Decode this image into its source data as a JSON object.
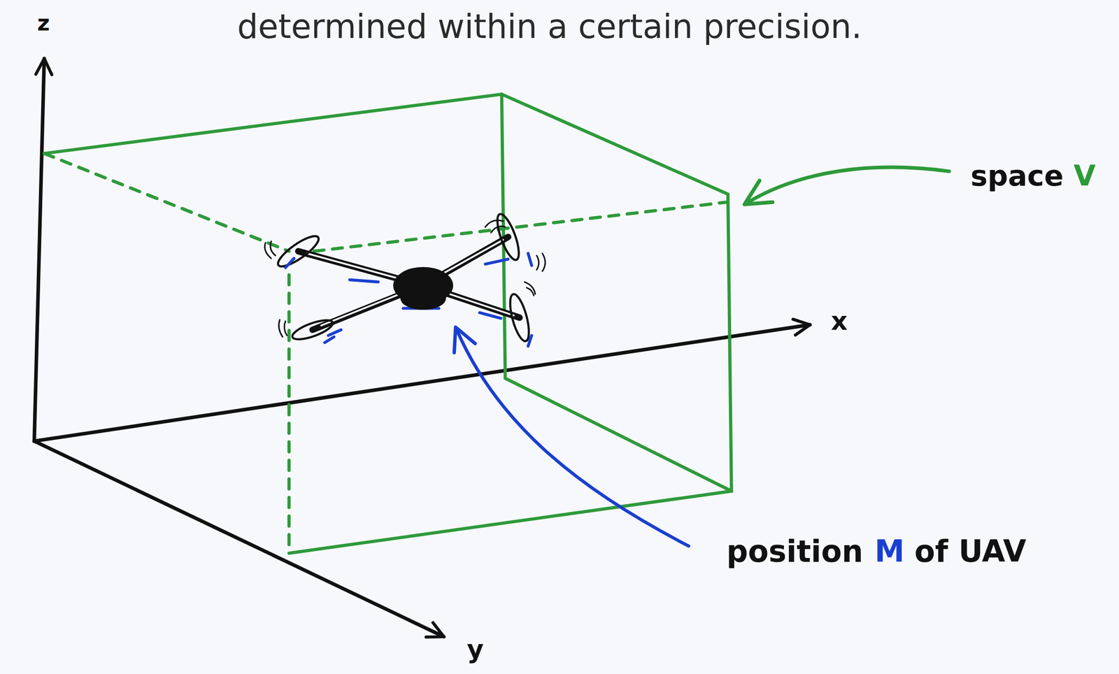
{
  "diagram": {
    "labels": [
      "determined within a certain precision.",
      "z",
      "space",
      "V",
      "x",
      "position",
      "M",
      "of UAV",
      "y"
    ]
  }
}
